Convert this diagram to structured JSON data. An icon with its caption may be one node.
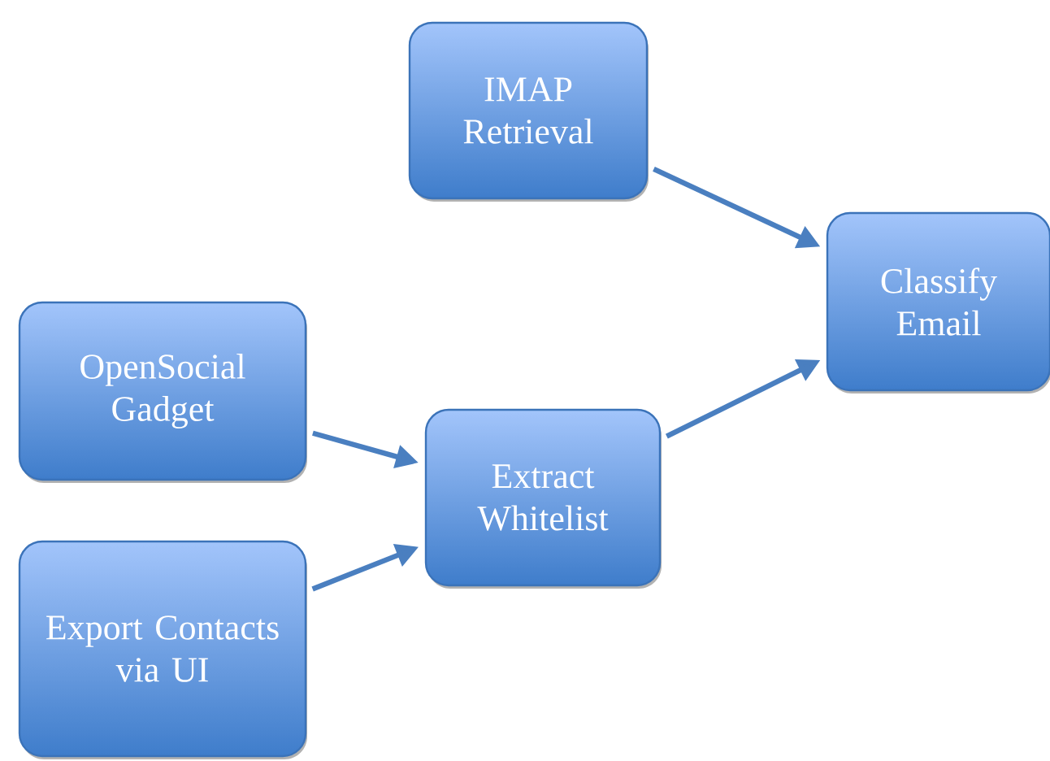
{
  "diagram": {
    "nodes": [
      {
        "text": [
          "IMAP Retrieval"
        ]
      },
      {
        "text": [
          "Classify Email"
        ]
      },
      {
        "text": [
          "OpenSocial Gadget"
        ]
      },
      {
        "text": [
          "Extract Whitelist"
        ]
      },
      {
        "text": [
          "Export Contacts via UI"
        ]
      }
    ],
    "edges": [
      {
        "from": 0,
        "to": 1,
        "arrow": "to"
      },
      {
        "from": 2,
        "to": 3,
        "arrow": "to"
      },
      {
        "from": 4,
        "to": 3,
        "arrow": "to"
      },
      {
        "from": 3,
        "to": 1,
        "arrow": "to"
      }
    ]
  }
}
